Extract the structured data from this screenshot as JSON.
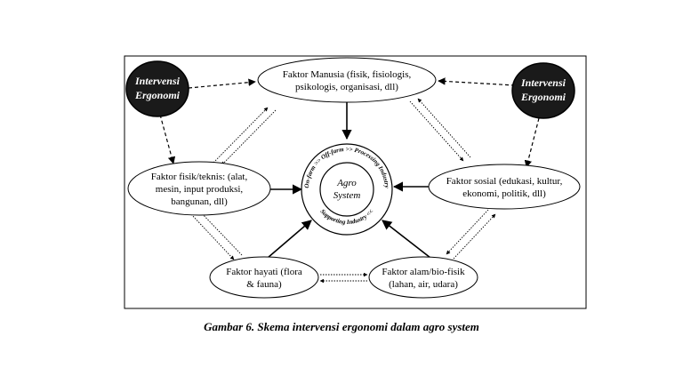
{
  "interventions": {
    "left": [
      "Intervensi",
      "Ergonomi"
    ],
    "right": [
      "Intervensi",
      "Ergonomi"
    ]
  },
  "factors": {
    "manusia": [
      "Faktor Manusia (fisik, fisiologis,",
      "psikologis, organisasi, dll)"
    ],
    "fisik": [
      "Faktor fisik/teknis: (alat,",
      "mesin, input produksi,",
      "bangunan, dll)"
    ],
    "sosial": [
      "Faktor sosial (edukasi, kultur,",
      "ekonomi, politik, dll)"
    ],
    "hayati": [
      "Faktor hayati (flora",
      "& fauna)"
    ],
    "alam": [
      "Faktor alam/bio-fisik",
      "(lahan, air, udara)"
    ]
  },
  "center": {
    "title": [
      "Agro",
      "System"
    ],
    "ring_top": "On-farm >> Off-farm >> Processing Industry",
    "ring_bottom": "Supporting Industry <<"
  },
  "caption": "Gambar 6. Skema intervensi ergonomi dalam agro system"
}
